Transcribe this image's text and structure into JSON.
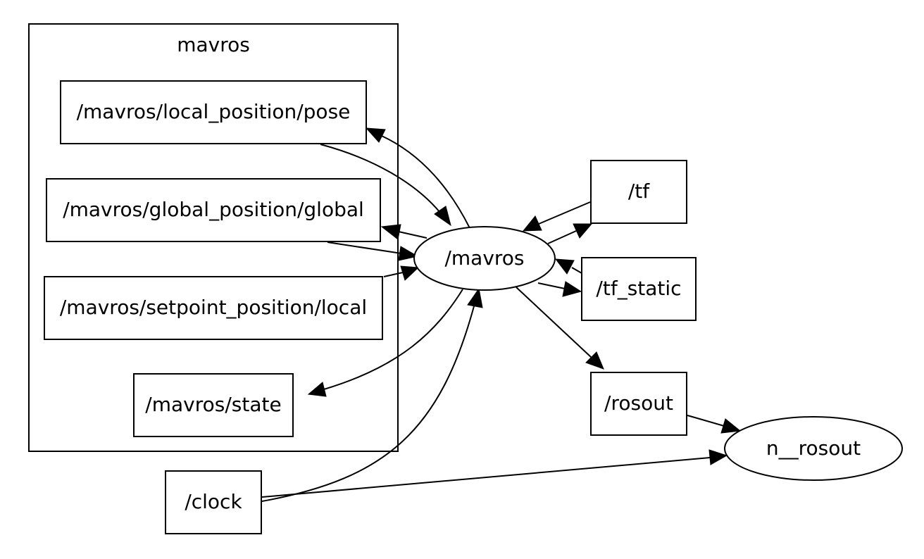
{
  "graph": {
    "cluster": {
      "id": "mavros_cluster",
      "label": "mavros"
    },
    "nodes": [
      {
        "id": "local_pose",
        "label": "/mavros/local_position/pose",
        "shape": "box",
        "cluster": "mavros_cluster"
      },
      {
        "id": "global_pos",
        "label": "/mavros/global_position/global",
        "shape": "box",
        "cluster": "mavros_cluster"
      },
      {
        "id": "setpoint",
        "label": "/mavros/setpoint_position/local",
        "shape": "box",
        "cluster": "mavros_cluster"
      },
      {
        "id": "state",
        "label": "/mavros/state",
        "shape": "box",
        "cluster": "mavros_cluster"
      },
      {
        "id": "mavros_node",
        "label": "/mavros",
        "shape": "ellipse"
      },
      {
        "id": "tf",
        "label": "/tf",
        "shape": "box"
      },
      {
        "id": "tf_static",
        "label": "/tf_static",
        "shape": "box"
      },
      {
        "id": "rosout",
        "label": "/rosout",
        "shape": "box"
      },
      {
        "id": "n_rosout",
        "label": "n__rosout",
        "shape": "ellipse"
      },
      {
        "id": "clock",
        "label": "/clock",
        "shape": "box"
      }
    ],
    "edges": [
      {
        "from": "mavros_node",
        "to": "local_pose"
      },
      {
        "from": "local_pose",
        "to": "mavros_node"
      },
      {
        "from": "mavros_node",
        "to": "global_pos"
      },
      {
        "from": "global_pos",
        "to": "mavros_node"
      },
      {
        "from": "setpoint",
        "to": "mavros_node"
      },
      {
        "from": "mavros_node",
        "to": "state"
      },
      {
        "from": "tf",
        "to": "mavros_node"
      },
      {
        "from": "mavros_node",
        "to": "tf"
      },
      {
        "from": "tf_static",
        "to": "mavros_node"
      },
      {
        "from": "mavros_node",
        "to": "tf_static"
      },
      {
        "from": "mavros_node",
        "to": "rosout"
      },
      {
        "from": "rosout",
        "to": "n_rosout"
      },
      {
        "from": "clock",
        "to": "mavros_node"
      },
      {
        "from": "clock",
        "to": "n_rosout"
      }
    ]
  }
}
